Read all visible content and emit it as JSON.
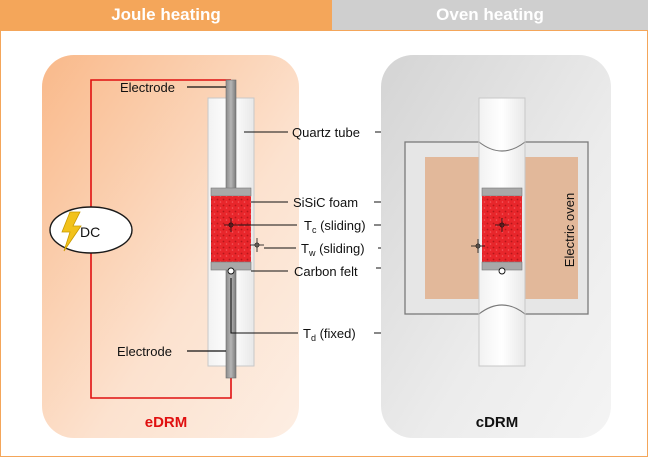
{
  "headers": {
    "left": "Joule heating",
    "right": "Oven heating"
  },
  "labels": {
    "electrode_top": "Electrode",
    "electrode_bottom": "Electrode",
    "dc": "DC",
    "quartz_tube": "Quartz tube",
    "sisic_foam": "SiSiC foam",
    "tc_main": "T",
    "tc_sub": "c",
    "tc_rest": " (sliding)",
    "tw_main": "T",
    "tw_sub": "w",
    "tw_rest": " (sliding)",
    "carbon_felt": "Carbon felt",
    "td_main": "T",
    "td_sub": "d",
    "td_rest": " (fixed)",
    "electric_oven": "Electric oven",
    "edrm": "eDRM",
    "cdrm": "cDRM"
  },
  "colors": {
    "joule_header": "#F4A65A",
    "oven_header": "#CFCFCF",
    "joule_panel": "#FBD3B3",
    "oven_panel": "#E3E3E3",
    "circuit_wire": "#E01010",
    "foam": "#E8262B",
    "edrm_label": "#E01010",
    "oven_body": "#E2B89A"
  },
  "icons": {
    "dc_source": "lightning-bolt-icon",
    "thermocouple": "crosshair-icon"
  }
}
